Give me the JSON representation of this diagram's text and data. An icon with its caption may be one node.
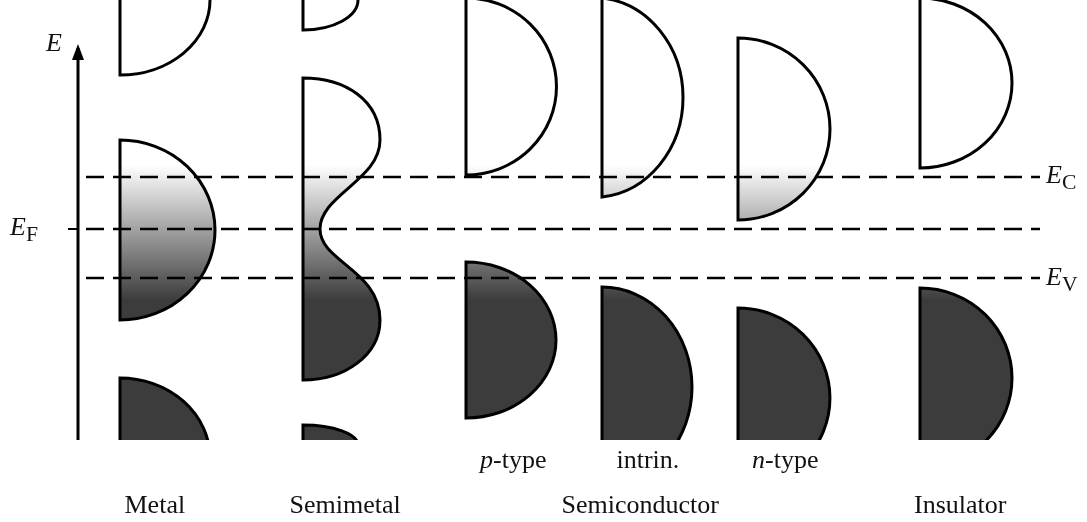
{
  "diagram": {
    "labels": [
      "E",
      "*E*$_{C}$",
      "*E*$_{F}$",
      "*E*$_{V}$",
      "*p*-type",
      "intrin.",
      "*n*-type",
      "Metal",
      "Semimetal",
      "Semiconductor",
      "Insulator"
    ]
  }
}
